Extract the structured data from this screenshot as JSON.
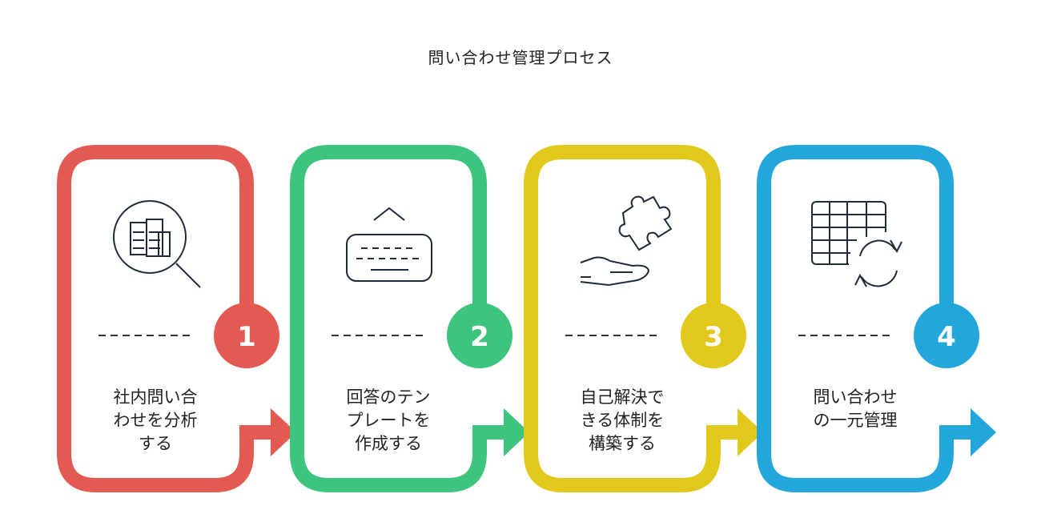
{
  "title": "問い合わせ管理プロセス",
  "steps": [
    {
      "number": "1",
      "label_lines": [
        "社内問い合",
        "わせを分析",
        "する"
      ],
      "color": "#E35A52",
      "icon": "building-magnifier-icon"
    },
    {
      "number": "2",
      "label_lines": [
        "回答のテン",
        "プレートを",
        "作成する"
      ],
      "color": "#3DC47E",
      "icon": "keyboard-icon"
    },
    {
      "number": "3",
      "label_lines": [
        "自己解決で",
        "きる体制を",
        "構築する"
      ],
      "color": "#E3C81C",
      "icon": "hand-puzzle-icon"
    },
    {
      "number": "4",
      "label_lines": [
        "問い合わせ",
        "の一元管理"
      ],
      "color": "#23A6DA",
      "icon": "table-sync-icon"
    }
  ]
}
